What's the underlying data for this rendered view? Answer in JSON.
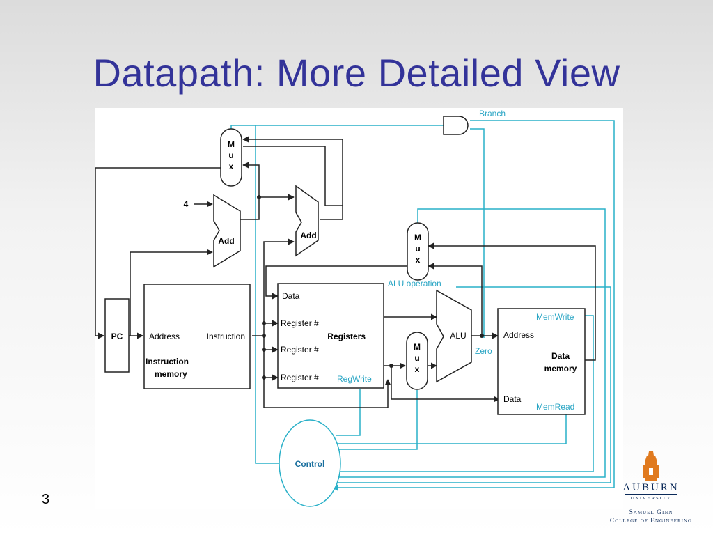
{
  "slide": {
    "title": "Datapath: More Detailed View",
    "page_number": "3"
  },
  "diagram": {
    "blocks": {
      "mux_top": [
        "M",
        "u",
        "x"
      ],
      "mux_mid": [
        "M",
        "u",
        "x"
      ],
      "mux_alu": [
        "M",
        "u",
        "x"
      ],
      "adder_pc": "Add",
      "adder_branch": "Add",
      "constant_four": "4",
      "pc": "PC",
      "imem_address": "Address",
      "imem_instruction": "Instruction",
      "imem_title_1": "Instruction",
      "imem_title_2": "memory",
      "reg_data": "Data",
      "reg_num_1": "Register #",
      "reg_num_2": "Register #",
      "reg_num_3": "Register #",
      "reg_title": "Registers",
      "alu": "ALU",
      "dmem_address": "Address",
      "dmem_data": "Data",
      "dmem_title_1": "Data",
      "dmem_title_2": "memory",
      "control": "Control"
    },
    "signals": {
      "branch": "Branch",
      "alu_operation": "ALU operation",
      "zero": "Zero",
      "memwrite": "MemWrite",
      "memread": "MemRead",
      "regwrite": "RegWrite"
    },
    "colors": {
      "title": "#333399",
      "datapath": "#222222",
      "control_lines": "#29b0c8",
      "logo_navy": "#0b2a59",
      "logo_orange": "#e07a1f"
    }
  },
  "logo": {
    "name": "AUBURN",
    "university": "UNIVERSITY",
    "college_line1": "Samuel Ginn",
    "college_line2": "College of Engineering"
  }
}
